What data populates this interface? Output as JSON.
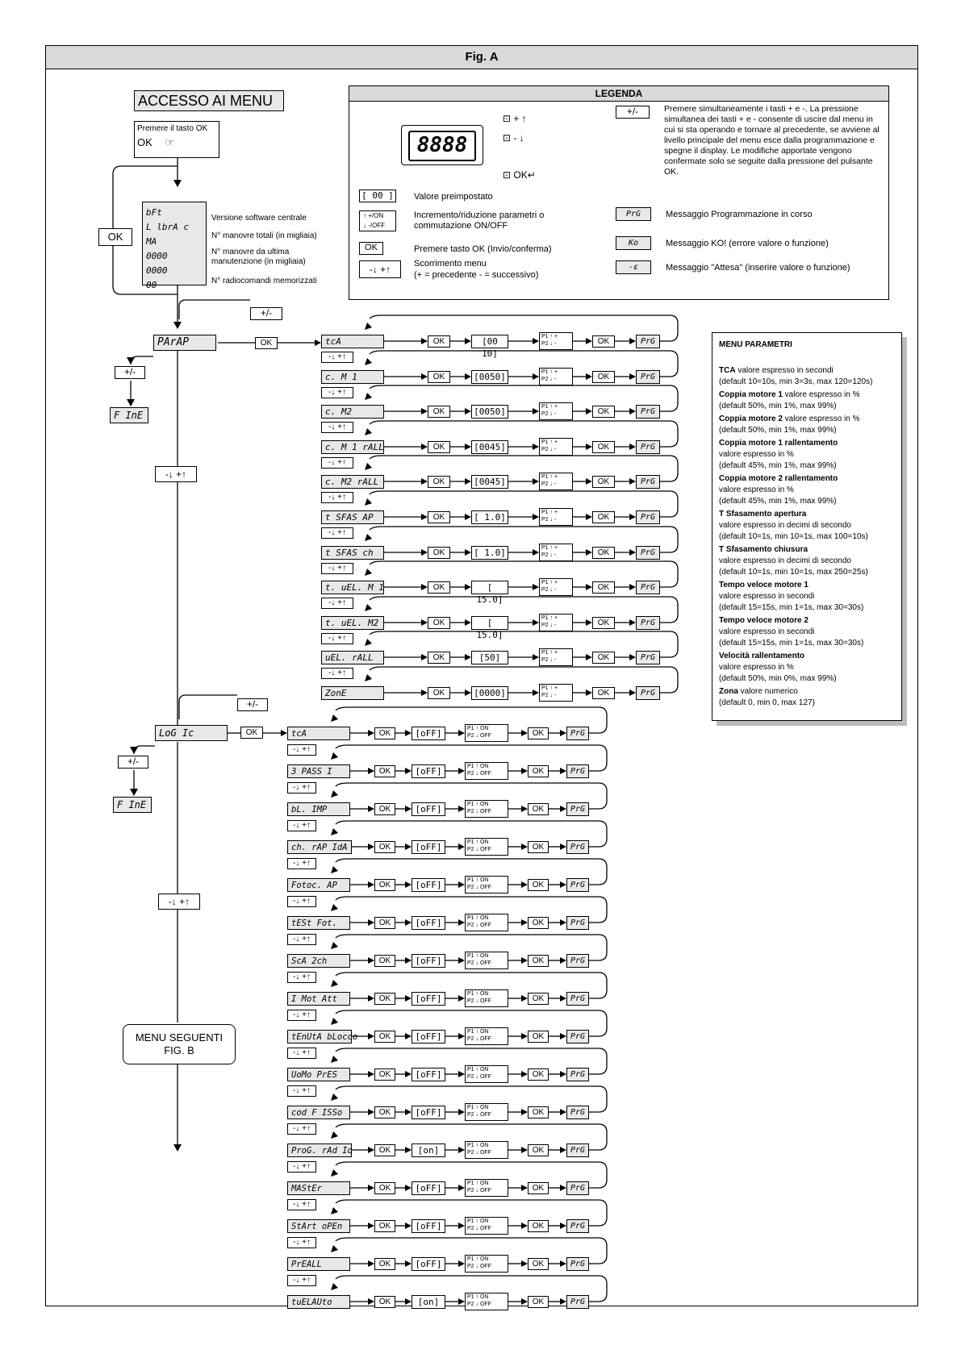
{
  "figure_title": "Fig. A",
  "access": {
    "title": "ACCESSO AI MENU",
    "press_label": "Premere il tasto OK",
    "ok_key": "OK",
    "loop_ok": "OK",
    "display_lines": [
      "bFt",
      "L lbrA c MA",
      "0000",
      "0000",
      "00"
    ],
    "display_notes": [
      "Versione software centrale",
      "N° manovre totali (in migliaia)",
      "N° manovre da ultima manutenzione (in migliaia)",
      "N° radiocomandi memorizzati"
    ]
  },
  "legend": {
    "title": "LEGENDA",
    "display_digits": "8888",
    "plus_label": "+",
    "minus_label": "-",
    "ok_label": "OK",
    "plus_minus_key": "+/-",
    "plus_minus_text": "Premere simultaneamente i tasti + e -. La pressione simultanea dei tasti + e - consente di uscire dal menu in cui si sta operando e tornare al precedente, se avviene al livello principale del menu esce dalla programmazione e spegne il display. Le modifiche apportate vengono confermate solo se seguite dalla pressione del pulsante OK.",
    "preset_key": "[ 00 ]",
    "preset_text": "Valore preimpostato",
    "incr_key_on": "+/ON",
    "incr_key_off": "-/OFF",
    "incr_text": "Incremento/riduzione parametri o commutazione ON/OFF",
    "prg_key": "PrG",
    "prg_text": "Messaggio Programmazione in corso",
    "ok_key": "OK",
    "ok_text": "Premere tasto OK (Invio/conferma)",
    "ko_key": "Ko",
    "ko_text": "Messaggio KO! (errore valore o funzione)",
    "scroll_key": "-↓ +↑",
    "scroll_text": "Scorrimento menu",
    "scroll_sub": "(+ = precedente   - = successivo)",
    "wait_key": "-ε",
    "wait_text": "Messaggio \"Attesa\" (inserire valore o funzione)"
  },
  "common": {
    "ok": "OK",
    "prg": "PrG",
    "scroll": "-↓ +↑",
    "plus_minus": "+/-",
    "fine": "F InE",
    "p1": "P1",
    "p2": "P2",
    "on": "ON",
    "off": "OFF"
  },
  "param_menu": {
    "label": "PArAP",
    "items": [
      {
        "name": "tcA",
        "value": "[00 10]"
      },
      {
        "name": "c. M 1",
        "value": "[0050]"
      },
      {
        "name": "c. M2",
        "value": "[0050]"
      },
      {
        "name": "c. M 1 rALL",
        "value": "[0045]"
      },
      {
        "name": "c. M2 rALL",
        "value": "[0045]"
      },
      {
        "name": "t SFAS AP",
        "value": "[ 1.0]"
      },
      {
        "name": "t SFAS ch",
        "value": "[ 1.0]"
      },
      {
        "name": "t. uEL. M 1",
        "value": "[ 15.0]"
      },
      {
        "name": "t. uEL. M2",
        "value": "[ 15.0]"
      },
      {
        "name": "uEL. rALL",
        "value": "[50]"
      },
      {
        "name": "ZonE",
        "value": "[0000]"
      }
    ]
  },
  "logic_menu": {
    "label": "LoG Ic",
    "items": [
      {
        "name": "tcA",
        "value": "[oFF]"
      },
      {
        "name": "3 PASS I",
        "value": "[oFF]"
      },
      {
        "name": "bL. IMP",
        "value": "[oFF]"
      },
      {
        "name": "ch. rAP IdA",
        "value": "[oFF]"
      },
      {
        "name": "Fotoc. AP",
        "value": "[oFF]"
      },
      {
        "name": "tESt Fot.",
        "value": "[oFF]"
      },
      {
        "name": "ScA 2ch",
        "value": "[oFF]"
      },
      {
        "name": "I Mot Att",
        "value": "[oFF]"
      },
      {
        "name": "tEnUtA bLocco",
        "value": "[oFF]"
      },
      {
        "name": "UoMo PrES",
        "value": "[oFF]"
      },
      {
        "name": "cod F ISSo",
        "value": "[oFF]"
      },
      {
        "name": "ProG. rAd Io",
        "value": "[on]"
      },
      {
        "name": "MAStEr",
        "value": "[oFF]"
      },
      {
        "name": "StArt oPEn",
        "value": "[oFF]"
      },
      {
        "name": "PrEALL",
        "value": "[oFF]"
      },
      {
        "name": "tuELAUto",
        "value": "[on]"
      }
    ]
  },
  "next_menu": {
    "line1": "MENU SEGUENTI",
    "line2": "FIG. B"
  },
  "parameters_box": {
    "title": "MENU PARAMETRI",
    "entries": [
      {
        "bold": "TCA",
        "text": " valore espresso in secondi",
        "detail": "(default 10=10s, min 3=3s, max 120=120s)"
      },
      {
        "bold": "Coppia motore 1",
        "text": " valore espresso in %",
        "detail": "(default 50%, min 1%, max 99%)"
      },
      {
        "bold": "Coppia motore 2",
        "text": " valore espresso in %",
        "detail": "(default 50%, min 1%, max 99%)"
      },
      {
        "bold": "Coppia motore 1 rallentamento",
        "text": "",
        "detail": "valore espresso in %",
        "detail2": "(default 45%, min 1%, max 99%)"
      },
      {
        "bold": "Coppia motore 2 rallentamento",
        "text": "",
        "detail": "valore espresso in %",
        "detail2": "(default 45%, min 1%, max 99%)"
      },
      {
        "bold": "T Sfasamento apertura",
        "text": "",
        "detail": "valore espresso in decimi di secondo",
        "detail2": "(default 10=1s, min 10=1s, max 100=10s)"
      },
      {
        "bold": "T Sfasamento chiusura",
        "text": "",
        "detail": "valore espresso in decimi di secondo",
        "detail2": "(default 10=1s, min 10=1s, max 250=25s)"
      },
      {
        "bold": "Tempo veloce motore 1",
        "text": "",
        "detail": "valore espresso in secondi",
        "detail2": "(default 15=15s, min 1=1s, max 30=30s)"
      },
      {
        "bold": "Tempo veloce motore 2",
        "text": "",
        "detail": "valore espresso in secondi",
        "detail2": "(default 15=15s, min 1=1s, max 30=30s)"
      },
      {
        "bold": "Velocità rallentamento",
        "text": "",
        "detail": "valore espresso in %",
        "detail2": "(default 50%, min 0%, max 99%)"
      },
      {
        "bold": "Zona",
        "text": " valore numerico",
        "detail": "(default 0, min 0, max 127)"
      }
    ]
  }
}
